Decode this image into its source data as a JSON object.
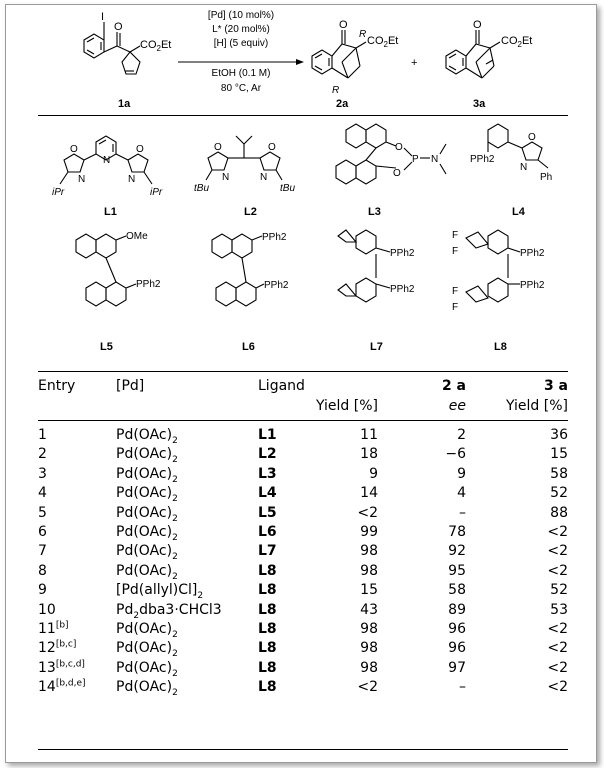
{
  "scheme": {
    "conditions": [
      "[Pd] (10 mol%)",
      "L* (20 mol%)",
      "[H] (5 equiv)",
      "EtOH (0.1 M)",
      "80 °C, Ar"
    ],
    "labels": {
      "sm": "1a",
      "p2": "2a",
      "p3": "3a",
      "R_top": "R",
      "R_bottom": "R",
      "plus": "+"
    },
    "atom_text": {
      "iodo": "I",
      "o": "O",
      "ester": "CO2Et"
    }
  },
  "ligands": [
    {
      "label": "L1",
      "subs": [
        "iPr",
        "iPr"
      ],
      "atoms": [
        "O",
        "N",
        "N",
        "O",
        "N"
      ]
    },
    {
      "label": "L2",
      "subs": [
        "tBu",
        "tBu"
      ],
      "atoms": [
        "O",
        "N",
        "N",
        "O"
      ]
    },
    {
      "label": "L3",
      "atoms": [
        "O",
        "P",
        "N",
        "O"
      ]
    },
    {
      "label": "L4",
      "atoms": [
        "PPh2",
        "O",
        "N",
        "Ph"
      ]
    },
    {
      "label": "L5",
      "atoms": [
        "OMe",
        "PPh2"
      ]
    },
    {
      "label": "L6",
      "atoms": [
        "PPh2",
        "PPh2"
      ]
    },
    {
      "label": "L7",
      "atoms": [
        "PPh2",
        "PPh2"
      ]
    },
    {
      "label": "L8",
      "atoms": [
        "F",
        "F",
        "PPh2",
        "PPh2",
        "F",
        "F"
      ]
    }
  ],
  "table": {
    "headers": {
      "entry": "Entry",
      "pd": "[Pd]",
      "ligand": "Ligand",
      "c2a": "2 a",
      "c3a": "3 a",
      "yield": "Yield [%]",
      "ee": "ee",
      "yield3": "Yield [%]"
    },
    "rows": [
      {
        "entry": "1",
        "sup": "",
        "pd": "Pd(OAc)",
        "pd_sub": "2",
        "pd_rest": "",
        "ligand": "L1",
        "yield": "11",
        "ee": "2",
        "yield3": "36"
      },
      {
        "entry": "2",
        "sup": "",
        "pd": "Pd(OAc)",
        "pd_sub": "2",
        "pd_rest": "",
        "ligand": "L2",
        "yield": "18",
        "ee": "−6",
        "yield3": "15"
      },
      {
        "entry": "3",
        "sup": "",
        "pd": "Pd(OAc)",
        "pd_sub": "2",
        "pd_rest": "",
        "ligand": "L3",
        "yield": "9",
        "ee": "9",
        "yield3": "58"
      },
      {
        "entry": "4",
        "sup": "",
        "pd": "Pd(OAc)",
        "pd_sub": "2",
        "pd_rest": "",
        "ligand": "L4",
        "yield": "14",
        "ee": "4",
        "yield3": "52"
      },
      {
        "entry": "5",
        "sup": "",
        "pd": "Pd(OAc)",
        "pd_sub": "2",
        "pd_rest": "",
        "ligand": "L5",
        "yield": "<2",
        "ee": "–",
        "yield3": "88"
      },
      {
        "entry": "6",
        "sup": "",
        "pd": "Pd(OAc)",
        "pd_sub": "2",
        "pd_rest": "",
        "ligand": "L6",
        "yield": "99",
        "ee": "78",
        "yield3": "<2"
      },
      {
        "entry": "7",
        "sup": "",
        "pd": "Pd(OAc)",
        "pd_sub": "2",
        "pd_rest": "",
        "ligand": "L7",
        "yield": "98",
        "ee": "92",
        "yield3": "<2"
      },
      {
        "entry": "8",
        "sup": "",
        "pd": "Pd(OAc)",
        "pd_sub": "2",
        "pd_rest": "",
        "ligand": "L8",
        "yield": "98",
        "ee": "95",
        "yield3": "<2"
      },
      {
        "entry": "9",
        "sup": "",
        "pd": "[Pd(allyl)Cl]",
        "pd_sub": "2",
        "pd_rest": "",
        "ligand": "L8",
        "yield": "15",
        "ee": "58",
        "yield3": "52"
      },
      {
        "entry": "10",
        "sup": "",
        "pd": "Pd",
        "pd_sub": "2",
        "pd_rest": "dba3·CHCl3",
        "ligand": "L8",
        "yield": "43",
        "ee": "89",
        "yield3": "53"
      },
      {
        "entry": "11",
        "sup": "[b]",
        "pd": "Pd(OAc)",
        "pd_sub": "2",
        "pd_rest": "",
        "ligand": "L8",
        "yield": "98",
        "ee": "96",
        "yield3": "<2"
      },
      {
        "entry": "12",
        "sup": "[b,c]",
        "pd": "Pd(OAc)",
        "pd_sub": "2",
        "pd_rest": "",
        "ligand": "L8",
        "yield": "98",
        "ee": "96",
        "yield3": "<2"
      },
      {
        "entry": "13",
        "sup": "[b,c,d]",
        "pd": "Pd(OAc)",
        "pd_sub": "2",
        "pd_rest": "",
        "ligand": "L8",
        "yield": "98",
        "ee": "97",
        "yield3": "<2"
      },
      {
        "entry": "14",
        "sup": "[b,d,e]",
        "pd": "Pd(OAc)",
        "pd_sub": "2",
        "pd_rest": "",
        "ligand": "L8",
        "yield": "<2",
        "ee": "–",
        "yield3": "<2"
      }
    ]
  }
}
